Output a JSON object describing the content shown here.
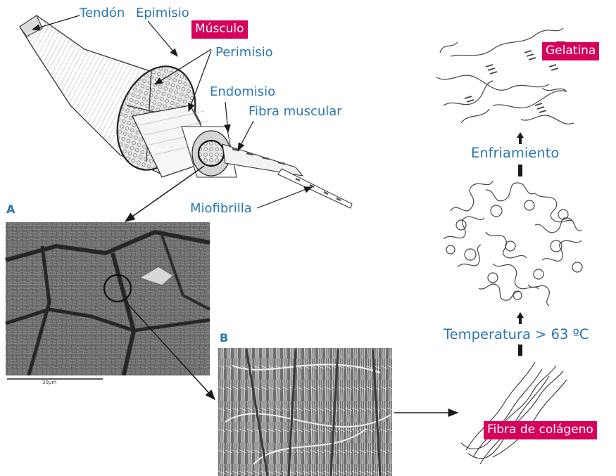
{
  "labels": {
    "tendon": "Tendón",
    "epimisio": "Epimisio",
    "musculo": "Músculo",
    "perimisio": "Perimisio",
    "endomisio": "Endomisio",
    "fibra_muscular": "Fibra muscular",
    "miofibrilla": "Miofibrilla",
    "gelatina": "Gelatina",
    "enfriamiento": "Enfriamiento",
    "temperatura": "Temperatura > 63 ºC",
    "fibra_colageno": "Fibra de colágeno",
    "panel_a": "A",
    "panel_b": "B",
    "scale_a": "30µm"
  },
  "colors": {
    "label_blue": "#2a77b0",
    "tag_magenta": "#d6005b",
    "line": "#1a1a1a"
  }
}
